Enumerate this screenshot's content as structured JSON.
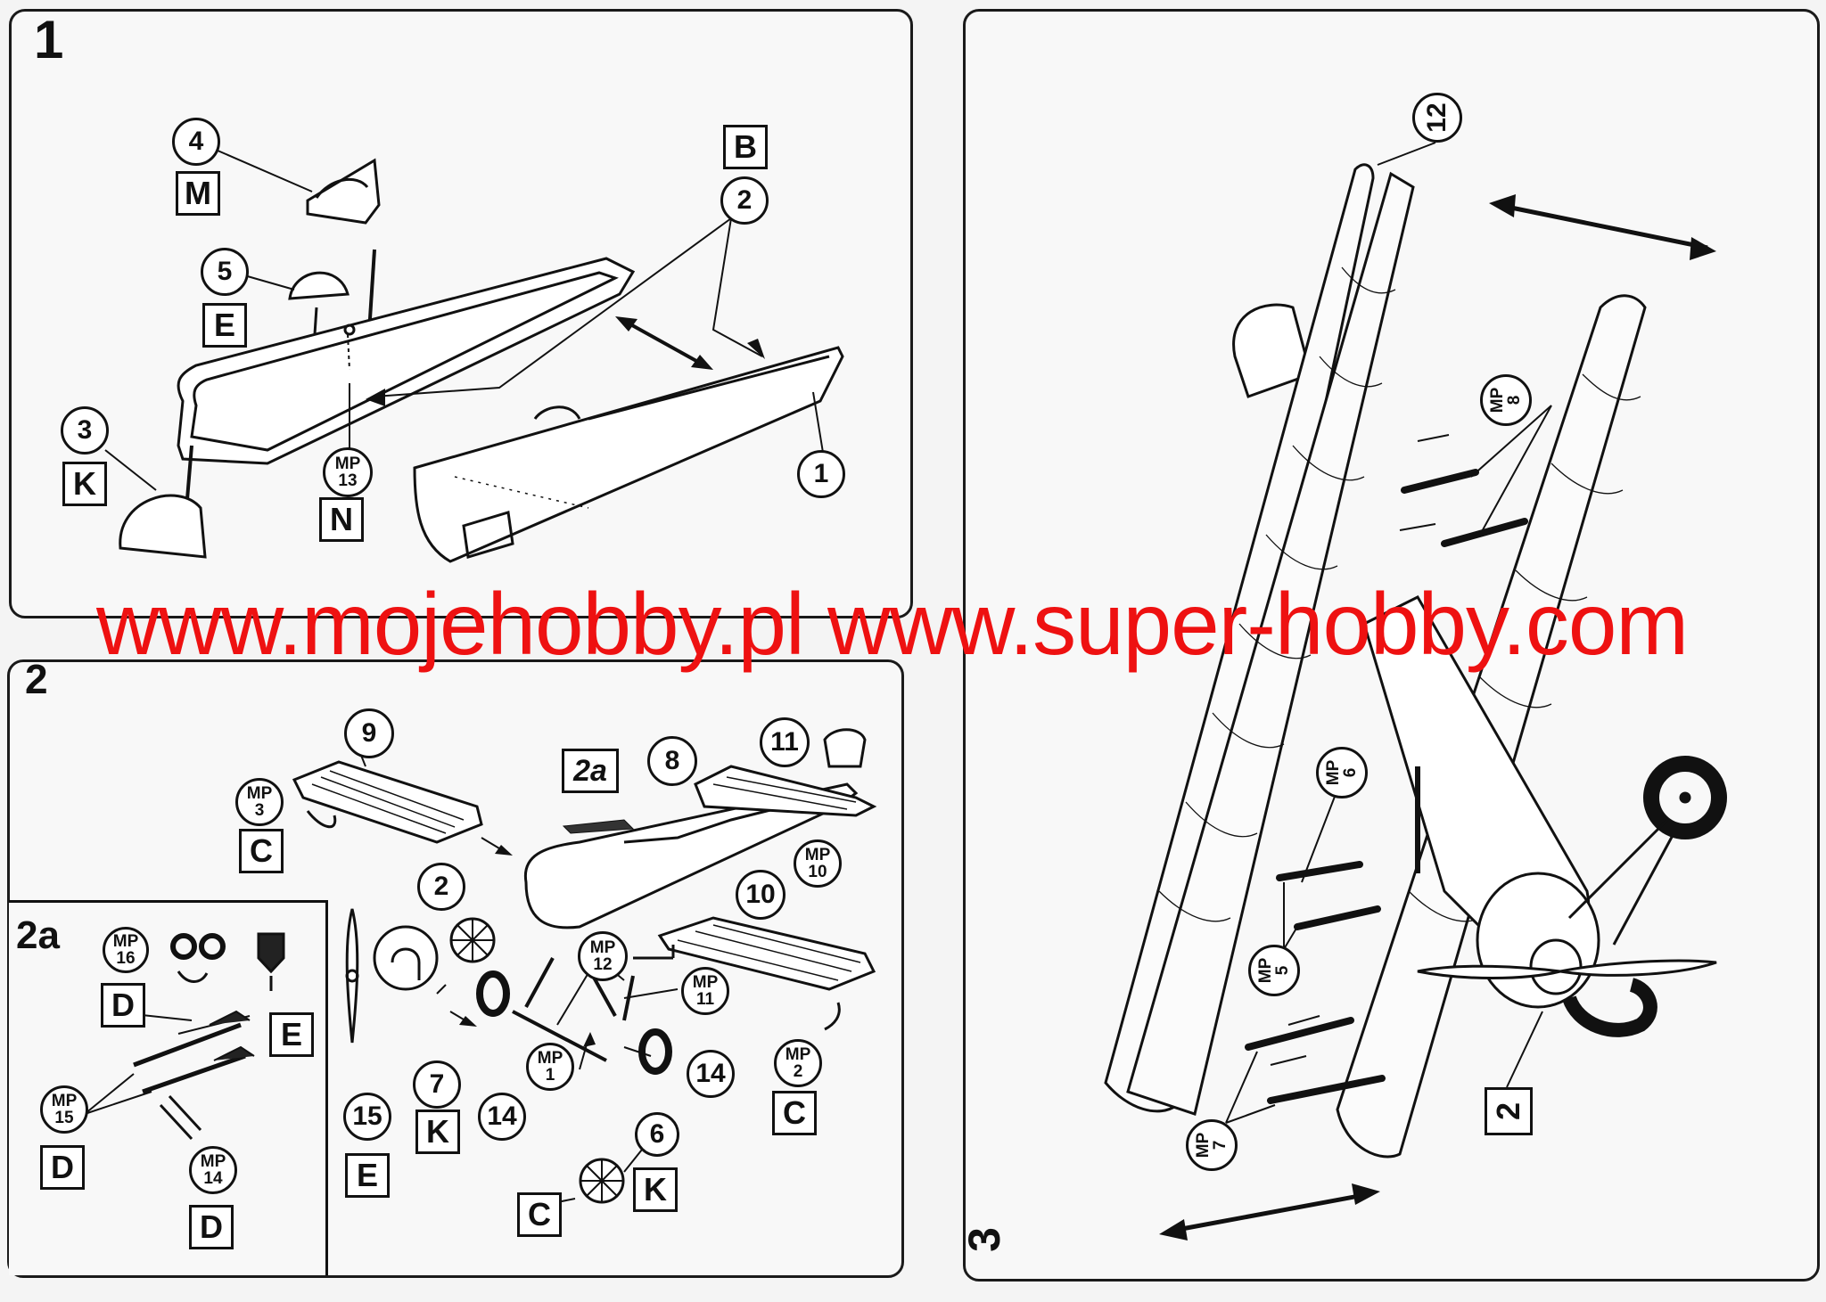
{
  "steps": {
    "s1": "1",
    "s2": "2",
    "s2a": "2a",
    "s3": "3"
  },
  "inline_ref_2a": "2a",
  "watermark": "www.mojehobby.pl www.super-hobby.com",
  "panel1": {
    "callouts": {
      "c4": "4",
      "c5": "5",
      "c3": "3",
      "c2": "2",
      "c1": "1"
    },
    "mp13": {
      "a": "MP",
      "b": "13"
    },
    "letters": {
      "M": "M",
      "E": "E",
      "K": "K",
      "B": "B",
      "N": "N"
    }
  },
  "panel2": {
    "callouts": {
      "c9": "9",
      "c8": "8",
      "c11": "11",
      "c10": "10",
      "c2": "2",
      "c7": "7",
      "c14a": "14",
      "c14b": "14",
      "c15": "15",
      "c6": "6"
    },
    "mp3": {
      "a": "MP",
      "b": "3"
    },
    "mp10": {
      "a": "MP",
      "b": "10"
    },
    "mp12": {
      "a": "MP",
      "b": "12"
    },
    "mp11": {
      "a": "MP",
      "b": "11"
    },
    "mp1": {
      "a": "MP",
      "b": "1"
    },
    "mp2": {
      "a": "MP",
      "b": "2"
    },
    "letters": {
      "C1": "C",
      "K1": "K",
      "E1": "E",
      "C2": "C",
      "K2": "K",
      "C3": "C"
    }
  },
  "panel2a": {
    "mp16": {
      "a": "MP",
      "b": "16"
    },
    "mp15": {
      "a": "MP",
      "b": "15"
    },
    "mp14": {
      "a": "MP",
      "b": "14"
    },
    "letters": {
      "D1": "D",
      "E": "E",
      "D2": "D",
      "D3": "D"
    }
  },
  "panel3": {
    "callouts": {
      "c12": "12",
      "c2": "2"
    },
    "mp8": {
      "a": "MP",
      "b": "8"
    },
    "mp6": {
      "a": "MP",
      "b": "6"
    },
    "mp5": {
      "a": "MP",
      "b": "5"
    },
    "mp7": {
      "a": "MP",
      "b": "7"
    }
  }
}
